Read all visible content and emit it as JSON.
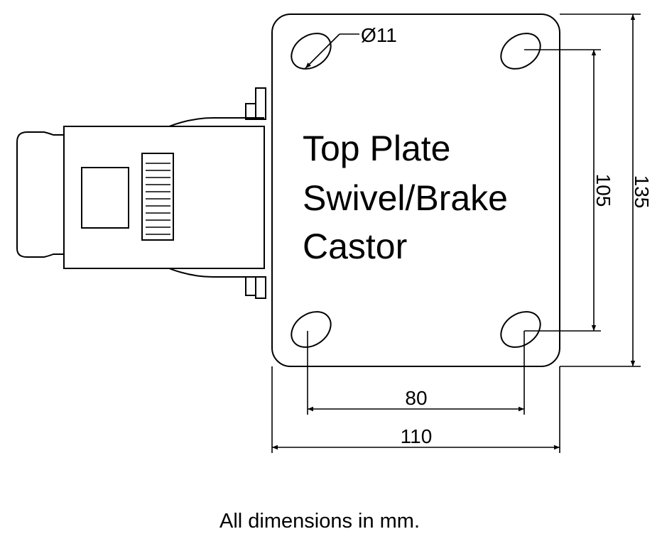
{
  "title_lines": [
    "Top Plate",
    "Swivel/Brake",
    "Castor"
  ],
  "dimensions": {
    "hole_diameter": "Ø11",
    "hole_spacing_vertical": "105",
    "plate_height": "135",
    "hole_spacing_horizontal": "80",
    "plate_width": "110"
  },
  "note": "All dimensions in mm."
}
